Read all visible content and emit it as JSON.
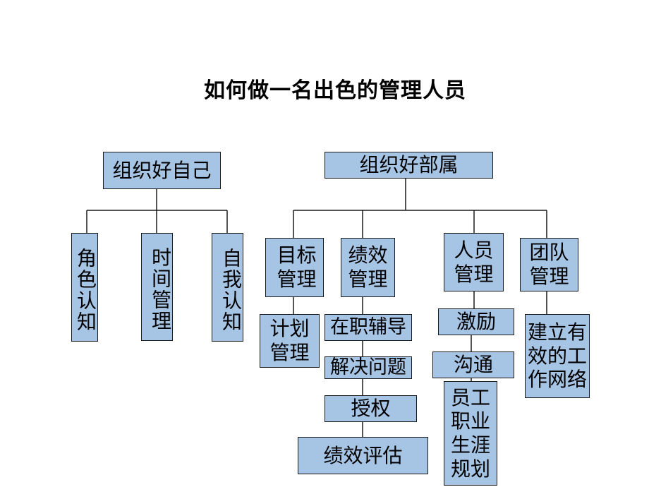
{
  "title": "如何做一名出色的管理人员",
  "colors": {
    "box_fill": "#a6c4e4",
    "line": "#1a1a1a"
  },
  "nodes": {
    "self": "组织好自己",
    "role": "角色认知",
    "time": "时间管理",
    "selfcog": "自我认知",
    "sub": "组织好部属",
    "goal": "目标管理",
    "perf": "绩效管理",
    "people": "人员管理",
    "team": "团队管理",
    "plan": "计划管理",
    "coach": "在职辅导",
    "solve": "解决问题",
    "delegate": "授权",
    "evaluate": "绩效评估",
    "motivate": "激励",
    "communicate": "沟通",
    "career": "员工职业生涯规划",
    "network": "建立有效的工作网络"
  }
}
